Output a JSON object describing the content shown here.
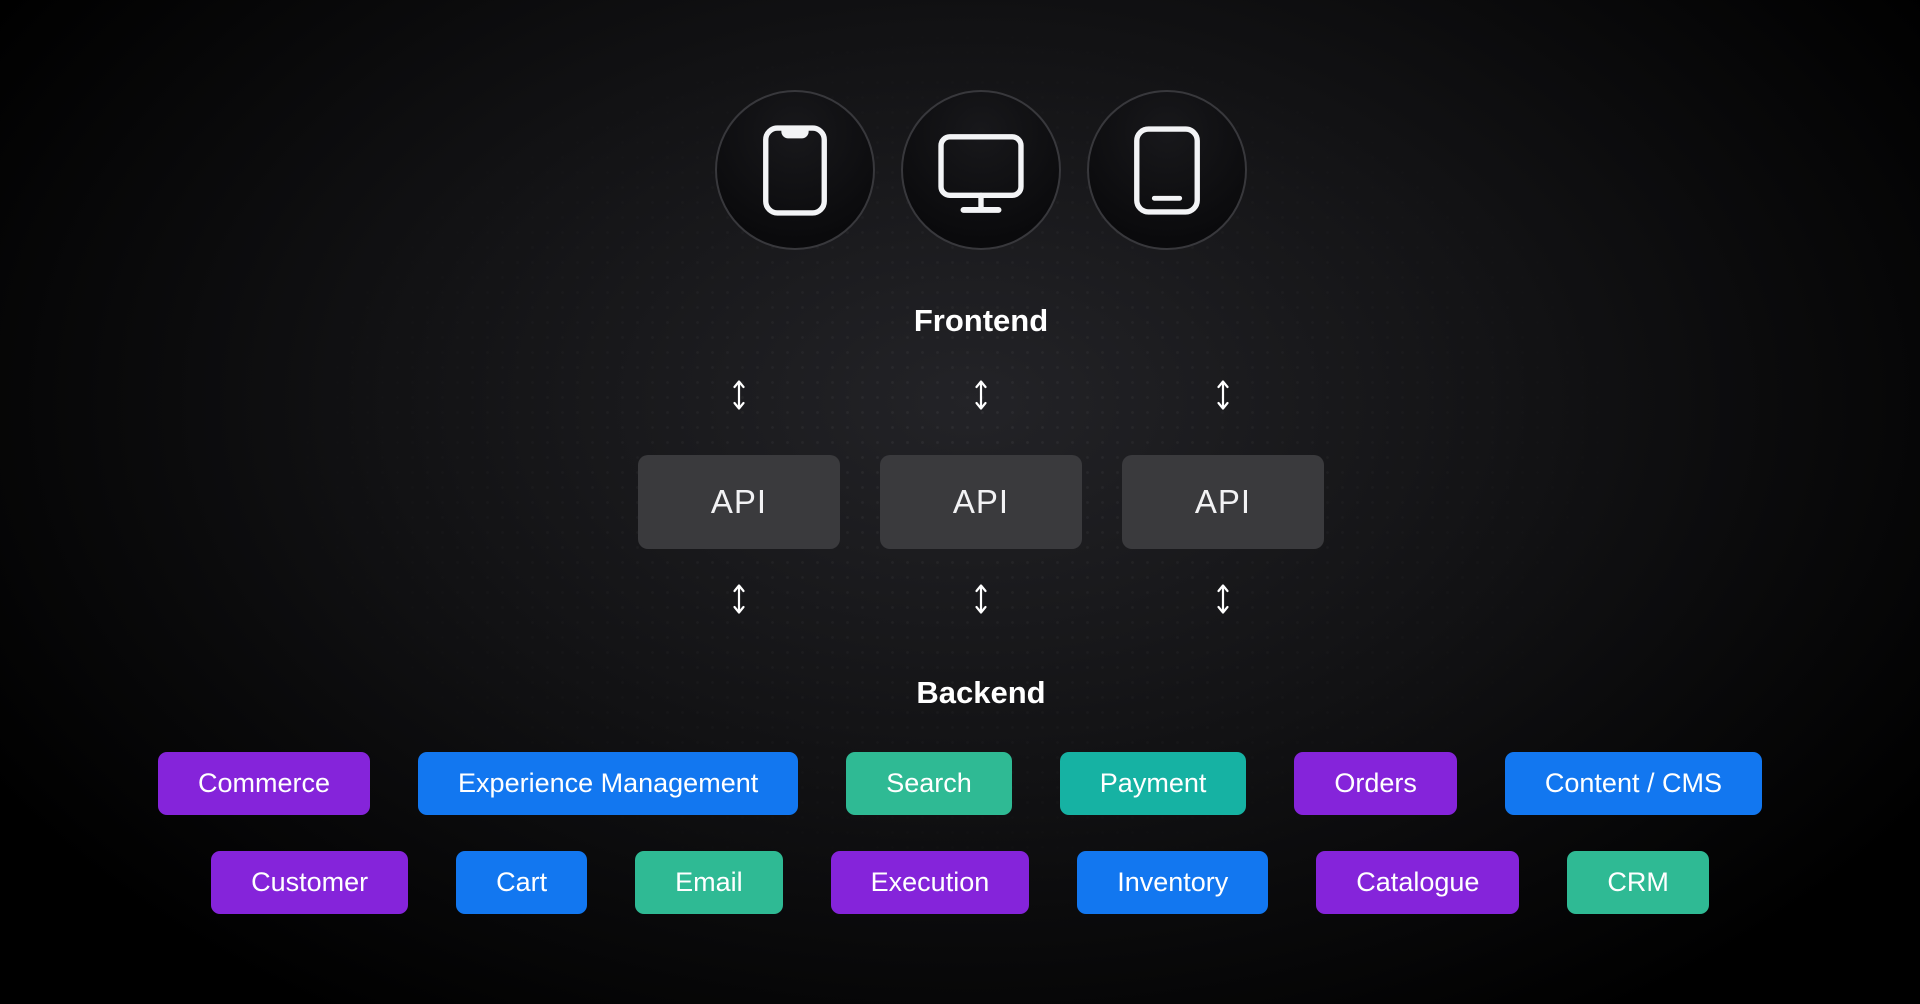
{
  "diagram": {
    "frontend_title": "Frontend",
    "backend_title": "Backend",
    "devices": [
      {
        "icon": "smartphone-icon"
      },
      {
        "icon": "monitor-icon"
      },
      {
        "icon": "tablet-icon"
      }
    ],
    "api_labels": [
      "API",
      "API",
      "API"
    ],
    "services": {
      "row1": [
        {
          "label": "Commerce",
          "color": "#8524da"
        },
        {
          "label": "Experience Management",
          "color": "#1277f0"
        },
        {
          "label": "Search",
          "color": "#2fba94"
        },
        {
          "label": "Payment",
          "color": "#16b2a3"
        },
        {
          "label": "Orders",
          "color": "#8524da"
        },
        {
          "label": "Content / CMS",
          "color": "#1277f0"
        }
      ],
      "row2": [
        {
          "label": "Customer",
          "color": "#8524da"
        },
        {
          "label": "Cart",
          "color": "#1277f0"
        },
        {
          "label": "Email",
          "color": "#2fba94"
        },
        {
          "label": "Execution",
          "color": "#8524da"
        },
        {
          "label": "Inventory",
          "color": "#1277f0"
        },
        {
          "label": "Catalogue",
          "color": "#8524da"
        },
        {
          "label": "CRM",
          "color": "#2fba94"
        }
      ]
    },
    "colors": {
      "purple": "#8524da",
      "blue": "#1277f0",
      "green": "#2fba94",
      "teal": "#16b2a3",
      "api_box": "#3a3a3d",
      "background": "#000000",
      "icon_stroke": "#f3f4f6"
    }
  }
}
